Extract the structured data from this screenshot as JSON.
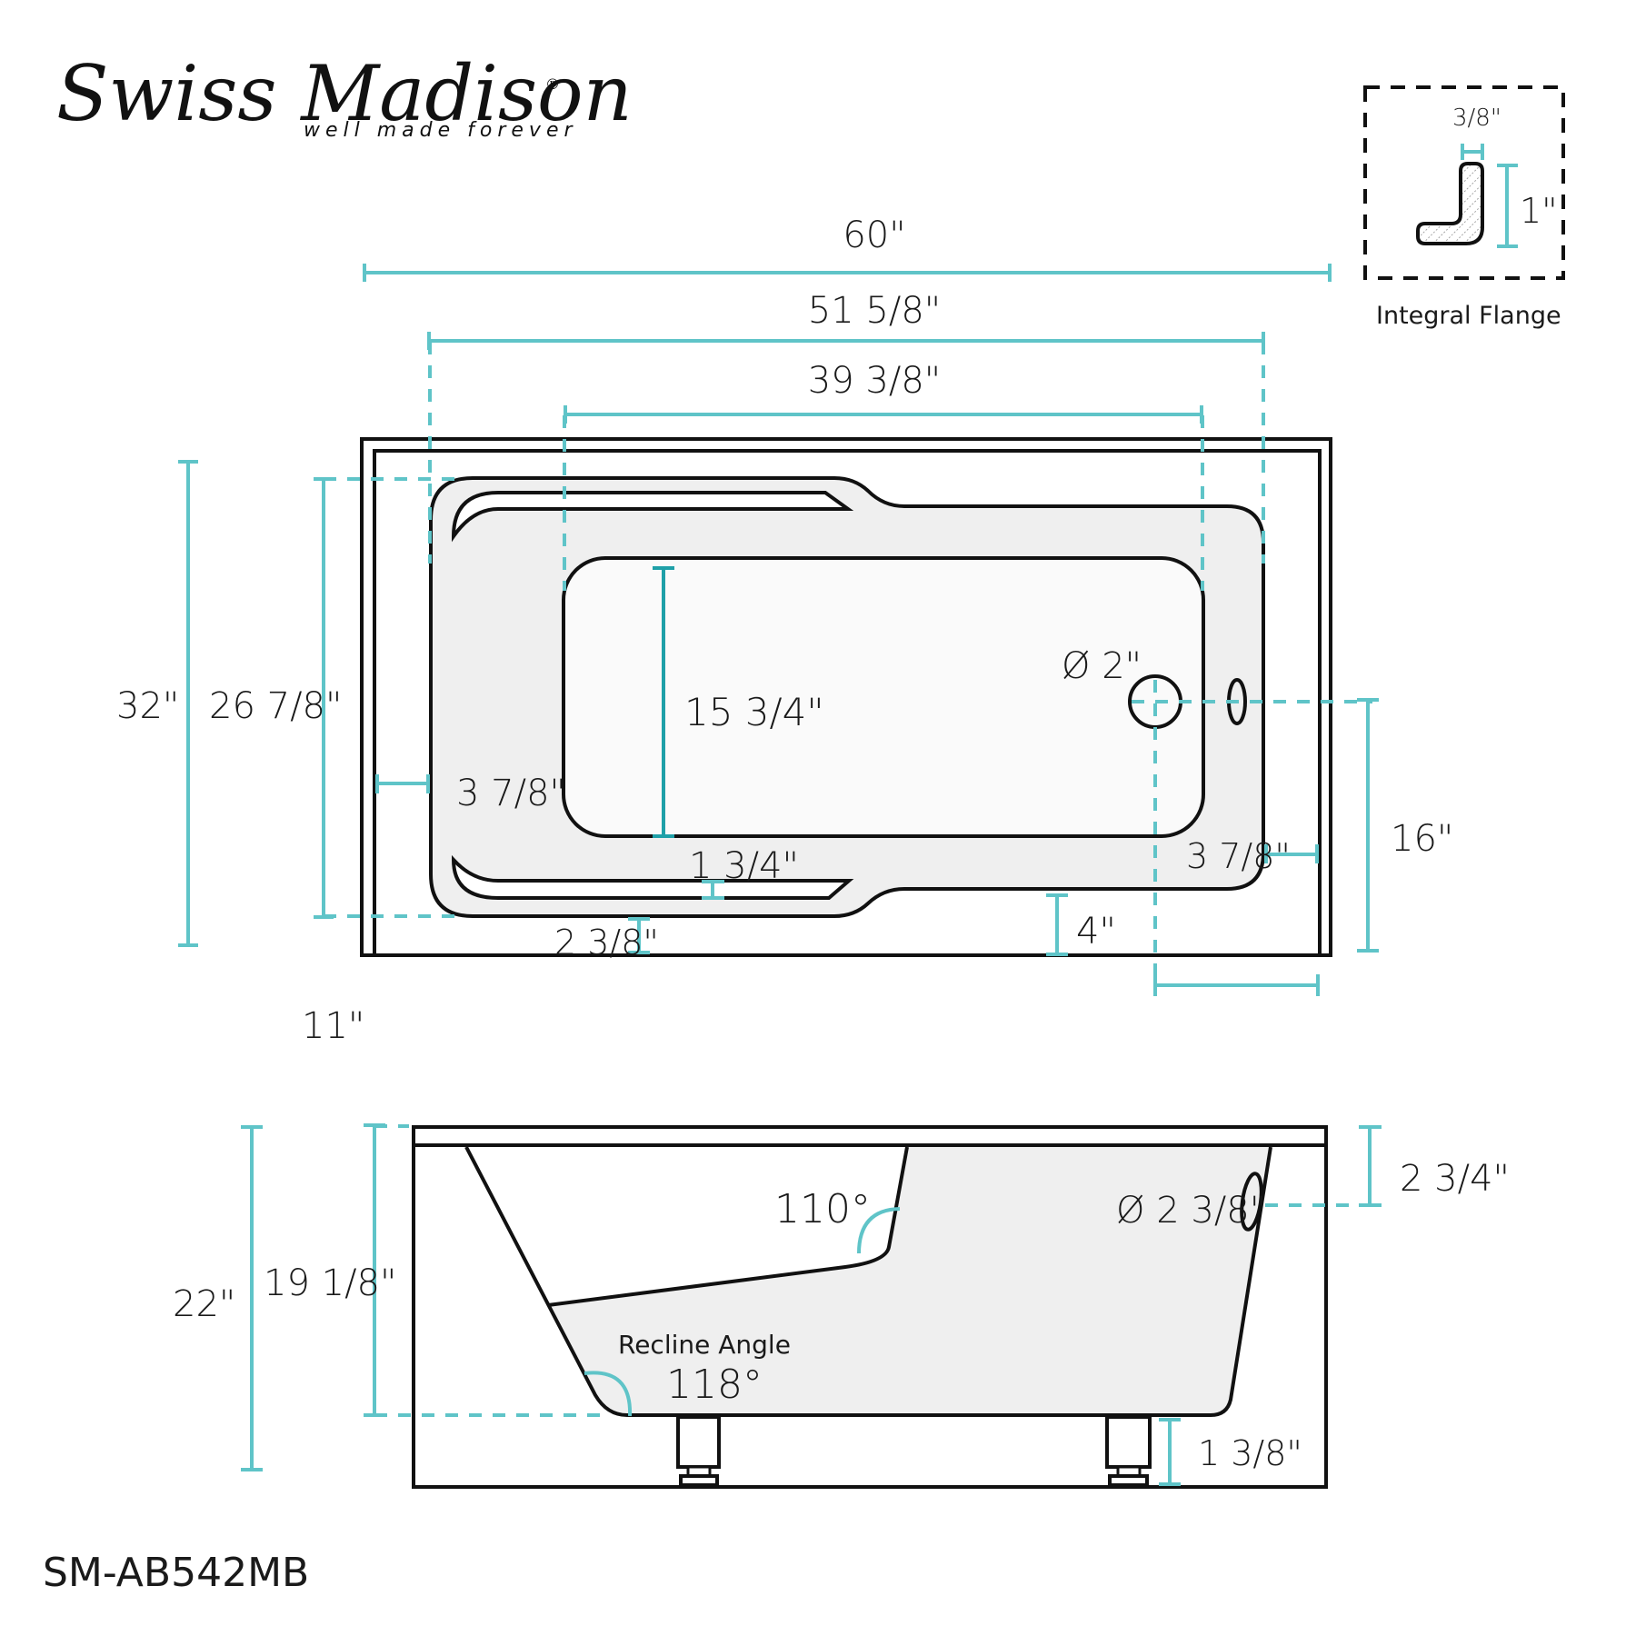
{
  "brand": {
    "name": "Swiss Madison",
    "registered_mark": "®",
    "tagline": "well made forever"
  },
  "model_number": "SM-AB542MB",
  "flange_detail": {
    "title": "Integral Flange",
    "thickness_label": "3/8\"",
    "height_label": "1\""
  },
  "top_view": {
    "dimensions": {
      "overall_length": "60\"",
      "rim_length": "51 5/8\"",
      "basin_length": "39 3/8\"",
      "overall_width": "32\"",
      "rim_width": "26 7/8\"",
      "basin_width": "15 3/4\"",
      "left_setback": "3 7/8\"",
      "right_setback": "3 7/8\"",
      "slot_width": "1 3/4\"",
      "front_gap": "2 3/8\"",
      "front_gap_right": "4\"",
      "drain_diameter": "Ø 2\"",
      "drain_from_front": "16\"",
      "drain_from_end": "11\""
    }
  },
  "side_view": {
    "dimensions": {
      "overall_height": "22\"",
      "basin_depth": "19 1/8\"",
      "overflow_from_top": "2 3/4\"",
      "overflow_diameter": "Ø 2 3/8\"",
      "leg_height": "1 3/8\"",
      "backrest_angle": "110°",
      "recline_label": "Recline Angle",
      "recline_angle": "118°"
    }
  },
  "colors": {
    "dimension_line": "#5fc4c8",
    "outline": "#111111",
    "rim_fill": "#efefef"
  }
}
